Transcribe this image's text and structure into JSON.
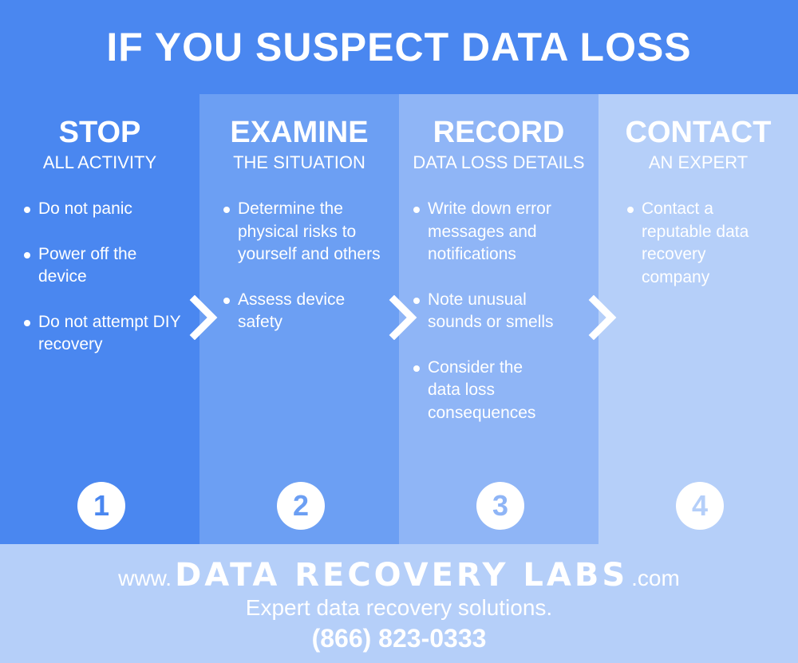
{
  "header": {
    "title": "IF YOU SUSPECT DATA LOSS"
  },
  "steps": [
    {
      "title": "STOP",
      "subtitle": "ALL ACTIVITY",
      "bullets": [
        "Do not panic",
        "Power off the device",
        "Do not attempt DIY recovery"
      ],
      "number": "1"
    },
    {
      "title": "EXAMINE",
      "subtitle": "THE SITUATION",
      "bullets": [
        "Determine the physical risks to yourself and others",
        "Assess device safety"
      ],
      "number": "2"
    },
    {
      "title": "RECORD",
      "subtitle": "DATA LOSS DETAILS",
      "bullets": [
        "Write down error messages and notifications",
        "Note unusual sounds or smells",
        "Consider the data loss consequences"
      ],
      "number": "3"
    },
    {
      "title": "CONTACT",
      "subtitle": "AN EXPERT",
      "bullets": [
        "Contact a reputable data recovery company"
      ],
      "number": "4"
    }
  ],
  "footer": {
    "prefix": "www.",
    "brand": "DATA RECOVERY LABS",
    "suffix": ".com",
    "tagline": "Expert data recovery solutions.",
    "phone": "(866) 823-0333"
  },
  "colors": {
    "step1": "#4a87f0",
    "step2": "#6c9ff3",
    "step3": "#8fb5f6",
    "step4": "#b5cff9"
  },
  "icons": [
    "chevron-right-icon"
  ]
}
